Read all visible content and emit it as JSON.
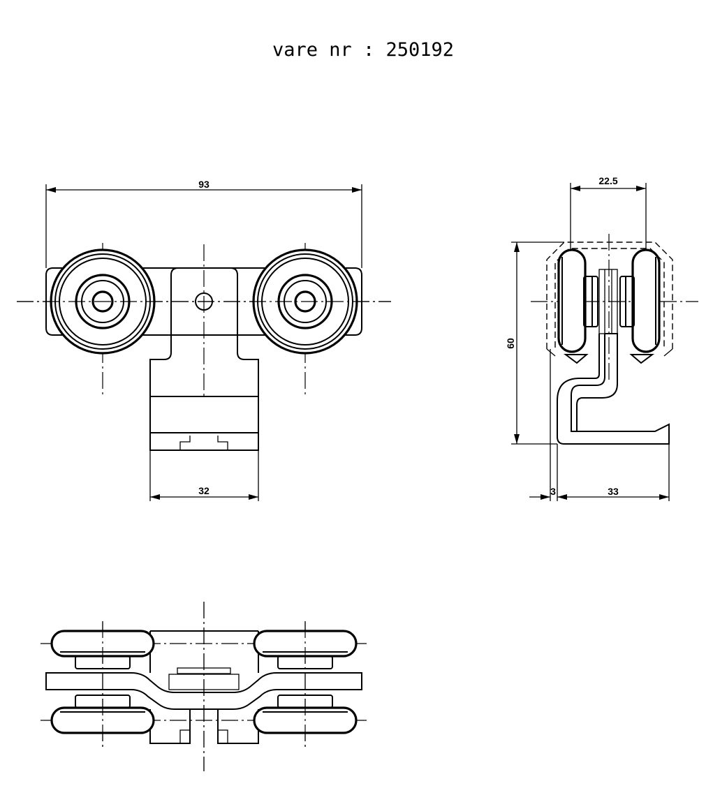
{
  "title": "vare nr :  250192",
  "dimensions": {
    "width_total": "93",
    "width_bracket": "32",
    "track_width": "22.5",
    "height": "60",
    "plate_thickness": "3",
    "depth": "33"
  }
}
